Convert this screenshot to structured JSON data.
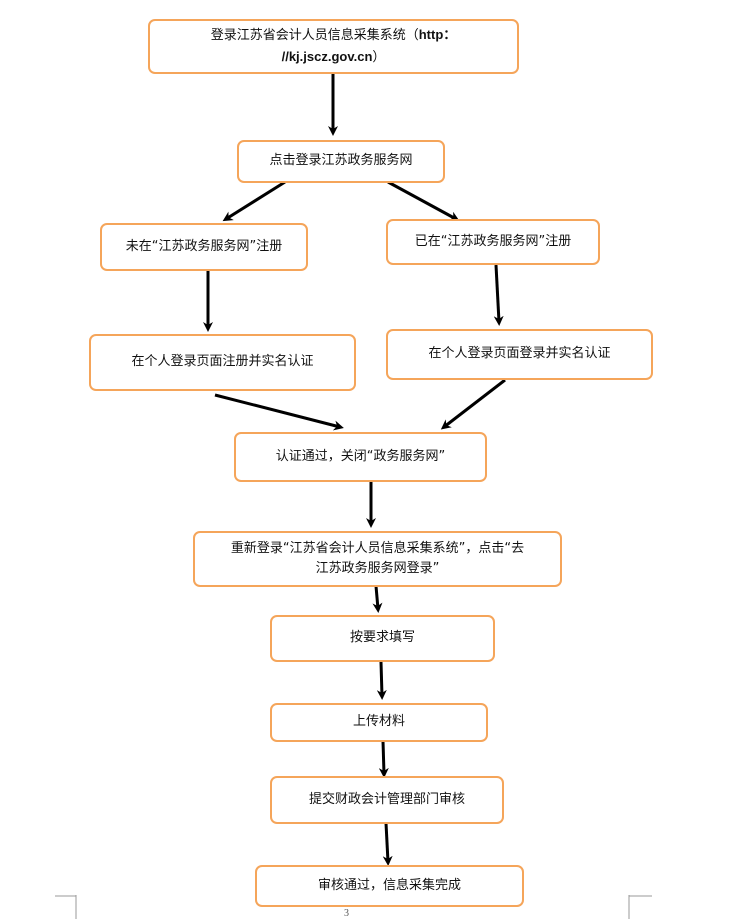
{
  "colors": {
    "box_border": "#F5A55A",
    "arrow": "#000000",
    "text": "#111111"
  },
  "nodes": {
    "login_system": {
      "line1": "登录江苏省会计人员信息采集系统（",
      "url_part1": "http：",
      "url_part2": "//kj.jscz.gov.cn",
      "line2_suffix": "）"
    },
    "click_gov": "点击登录江苏政务服务网",
    "not_registered": "未在“江苏政务服务网”注册",
    "registered": "已在“江苏政务服务网”注册",
    "register_verify": "在个人登录页面注册并实名认证",
    "login_verify": "在个人登录页面登录并实名认证",
    "verified_close": "认证通过，关闭“政务服务网”",
    "relogin": {
      "line1": "重新登录“江苏省会计人员信息采集系统”，点击“去",
      "line2": "江苏政务服务网登录”"
    },
    "fill_in": "按要求填写",
    "upload": "上传材料",
    "submit_review": "提交财政会计管理部门审核",
    "complete": "审核通过，信息采集完成"
  },
  "page_number": "3"
}
